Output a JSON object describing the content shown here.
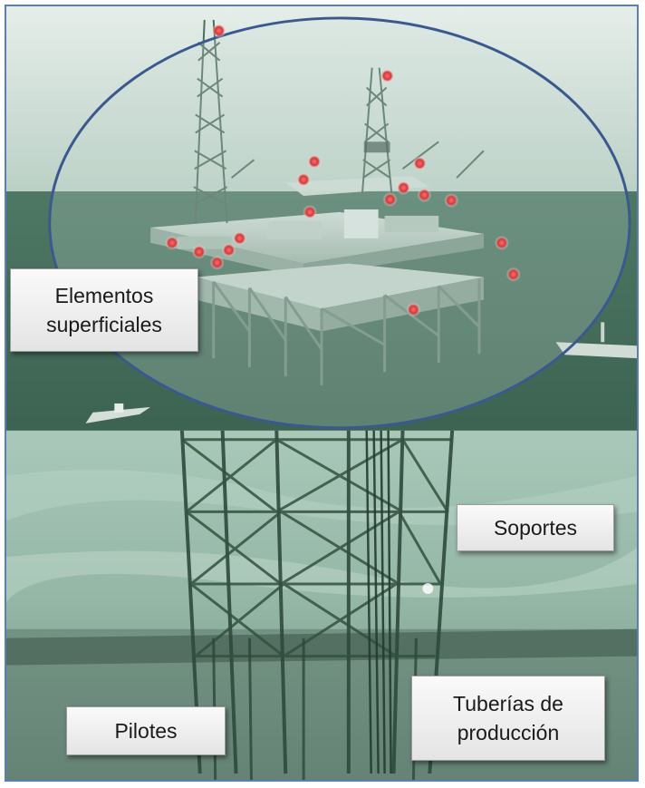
{
  "labels": {
    "elementos": "Elementos\nsuperficiales",
    "soportes": "Soportes",
    "tuberias": "Tuberías de\nproducción",
    "pilotes": "Pilotes"
  },
  "colors": {
    "frame_border": "#5a7fb8",
    "ellipse_stroke": "#3a5a8f",
    "marker": "#d23a3a",
    "sea": "#4f7a66",
    "sky": "#dbe6e0"
  }
}
